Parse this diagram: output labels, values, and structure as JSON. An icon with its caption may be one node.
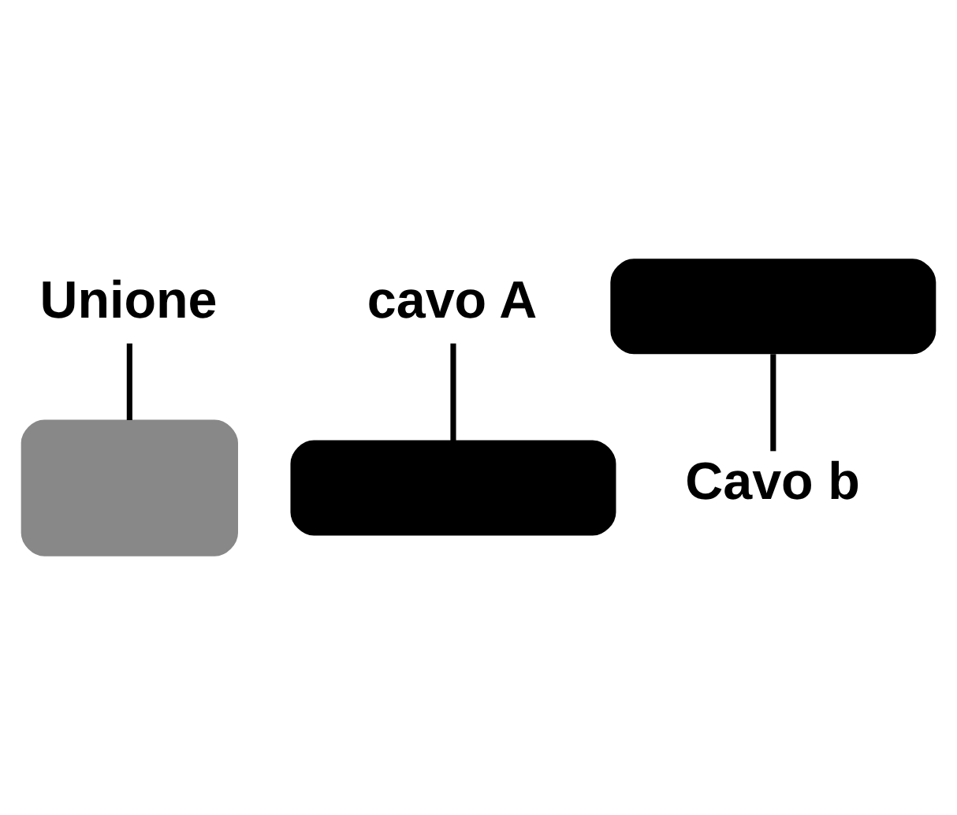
{
  "diagram": {
    "nodes": [
      {
        "text": [
          "Unione"
        ]
      },
      {
        "text": [
          "cavo A"
        ]
      },
      {
        "text": [],
        "shape": "box"
      },
      {
        "text": [],
        "shape": "box"
      },
      {
        "text": [],
        "shape": "box"
      },
      {
        "text": [
          "Cavo b"
        ]
      }
    ],
    "edges": [
      {
        "from": 1,
        "to": 2,
        "arrow": "none"
      },
      {
        "from": 0,
        "to": 4,
        "arrow": "none"
      },
      {
        "from": 5,
        "to": 3,
        "arrow": "none"
      }
    ]
  }
}
